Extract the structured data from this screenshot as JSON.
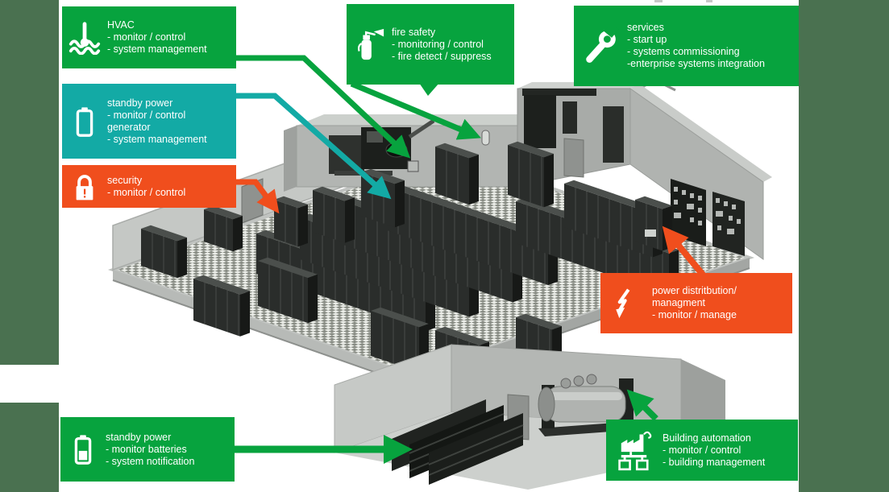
{
  "colors": {
    "green": "#07a33e",
    "teal": "#13aaa5",
    "orange": "#f04e1d",
    "border_band": "#4a7150",
    "text": "#ffffff"
  },
  "callouts": [
    {
      "id": "hvac",
      "color": "green",
      "icon": "thermometer-icon",
      "title": "HVAC",
      "lines": [
        "- monitor / control",
        "- system management"
      ]
    },
    {
      "id": "standby-power-top",
      "color": "teal",
      "icon": "battery-icon",
      "title": "standby power",
      "lines": [
        "- monitor / control",
        "generator",
        "- system management"
      ]
    },
    {
      "id": "security",
      "color": "orange",
      "icon": "padlock-icon",
      "title": "security",
      "lines": [
        "- monitor / control"
      ]
    },
    {
      "id": "fire-safety",
      "color": "green",
      "icon": "fire-extinguisher-icon",
      "title": "fire safety",
      "lines": [
        "- monitoring / control",
        "- fire detect / suppress"
      ]
    },
    {
      "id": "services",
      "color": "green",
      "icon": "wrench-icon",
      "title": "services",
      "lines": [
        "- start up",
        "- systems commissioning",
        "-enterprise systems integration"
      ]
    },
    {
      "id": "power-distribution",
      "color": "orange",
      "icon": "lightning-bolt-icon",
      "title": "power distritbution/",
      "lines": [
        "managment",
        "- monitor / manage"
      ]
    },
    {
      "id": "building-automation",
      "color": "green",
      "icon": "factory-icon",
      "title": "Building automation",
      "lines": [
        "- monitor / control",
        "- building management"
      ]
    },
    {
      "id": "standby-power-bottom",
      "color": "green",
      "icon": "battery-half-icon",
      "title": "standby power",
      "lines": [
        "- monitor batteries",
        "- system notification"
      ]
    }
  ]
}
